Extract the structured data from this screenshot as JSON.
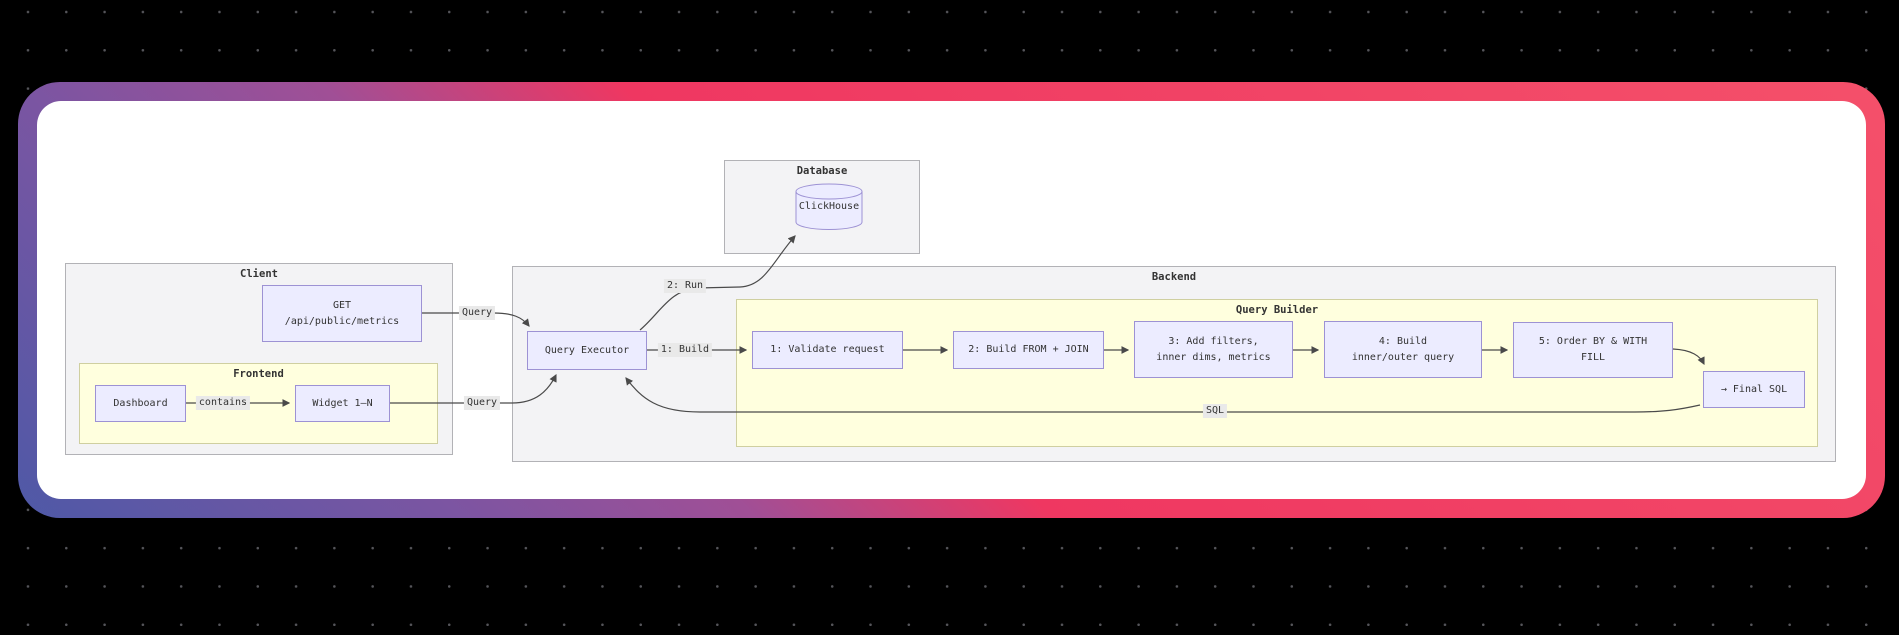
{
  "colors": {
    "frame_gradient": [
      "#4e59a7",
      "#7b55a2",
      "#a04f96",
      "#ef3761",
      "#f4506a"
    ],
    "node_fill": "#ececff",
    "node_border": "#9d92d4",
    "cluster_gray_fill": "#f3f3f5",
    "cluster_yellow_fill": "#ffffde",
    "canvas_fill": "#ffffff",
    "background": "#000000",
    "dot_color": "#55555a",
    "edge_color": "#4a4a4a"
  },
  "diagram": {
    "clusters": {
      "database": {
        "label": "Database"
      },
      "client": {
        "label": "Client"
      },
      "frontend": {
        "label": "Frontend"
      },
      "backend": {
        "label": "Backend"
      },
      "query_builder": {
        "label": "Query Builder"
      }
    },
    "nodes": {
      "clickhouse": {
        "label": "ClickHouse"
      },
      "get_endpoint": {
        "line1": "GET",
        "line2": "/api/public/metrics"
      },
      "dashboard": {
        "label": "Dashboard"
      },
      "widget": {
        "label": "Widget 1–N"
      },
      "query_executor": {
        "label": "Query Executor"
      },
      "step1": {
        "label": "1: Validate request"
      },
      "step2": {
        "label": "2: Build FROM + JOIN"
      },
      "step3": {
        "line1": "3: Add filters,",
        "line2": "inner dims, metrics"
      },
      "step4": {
        "line1": "4: Build",
        "line2": "inner/outer query"
      },
      "step5": {
        "line1": "5: Order BY & WITH",
        "line2": "FILL"
      },
      "final_sql": {
        "label": "→ Final SQL"
      }
    },
    "edge_labels": {
      "query_get": "Query",
      "query_widget": "Query",
      "run": "2: Run",
      "build": "1: Build",
      "contains": "contains",
      "sql": "SQL"
    }
  }
}
